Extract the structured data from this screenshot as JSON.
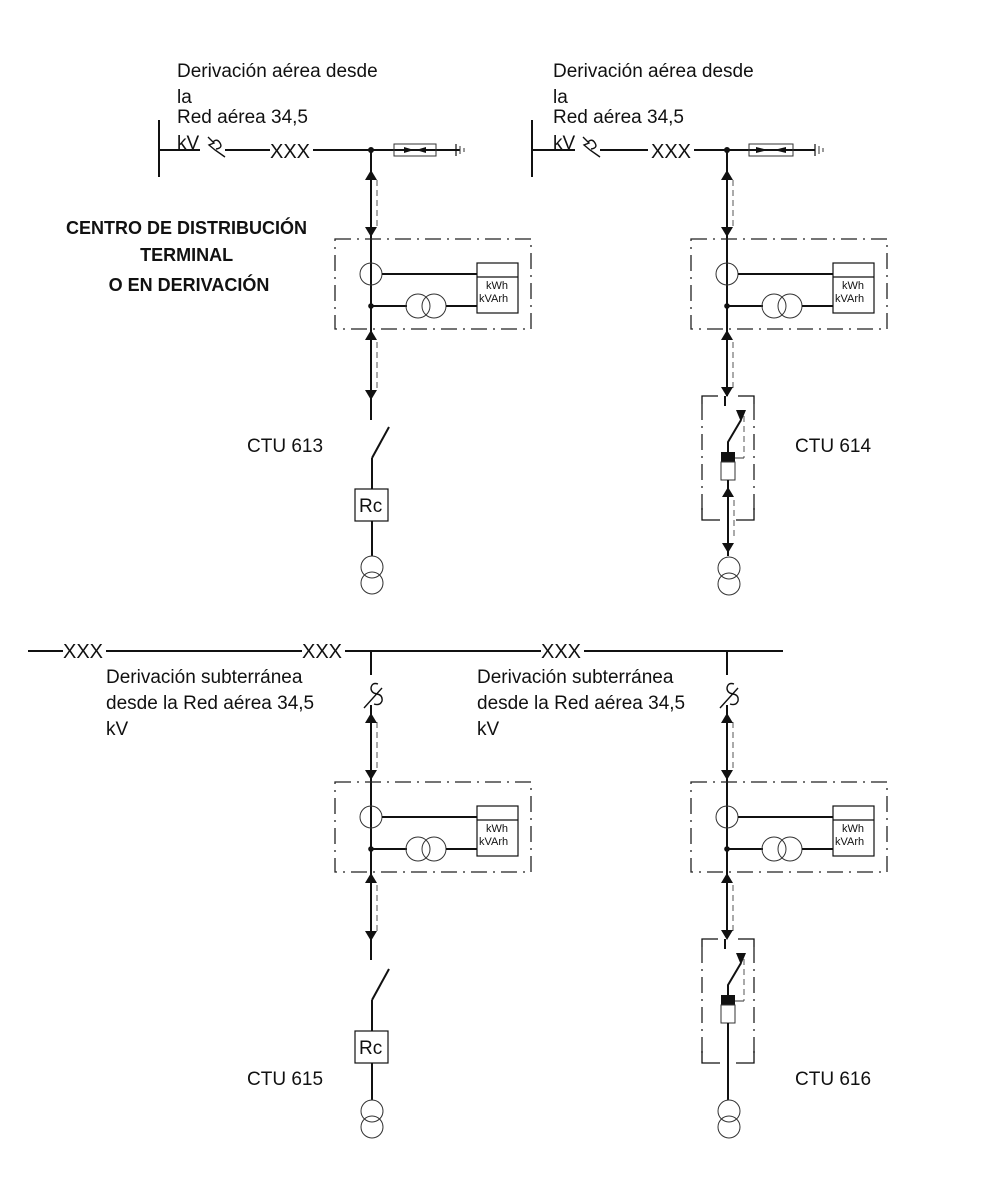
{
  "title": {
    "lines": [
      "CENTRO DE DISTRIBUCIÓN",
      "TERMINAL",
      "O EN DERIVACIÓN"
    ]
  },
  "sections": {
    "top_left": {
      "feed_label": [
        "Derivación aérea desde",
        "la",
        "Red aérea 34,5",
        "kV"
      ],
      "line_marker": "XXX",
      "unit_label": "CTU 613",
      "meter_lines": [
        "kWh",
        "kVArh"
      ],
      "protection": "Rc"
    },
    "top_right": {
      "feed_label": [
        "Derivación aérea desde",
        "la",
        "Red aérea 34,5",
        "kV"
      ],
      "line_marker": "XXX",
      "unit_label": "CTU 614",
      "meter_lines": [
        "kWh",
        "kVArh"
      ]
    },
    "bottom_left": {
      "feed_label": [
        "Derivación subterránea",
        "desde la Red aérea 34,5",
        "kV"
      ],
      "unit_label": "CTU 615",
      "meter_lines": [
        "kWh",
        "kVArh"
      ],
      "protection": "Rc"
    },
    "bottom_right": {
      "feed_label": [
        "Derivación subterránea",
        "desde la Red aérea 34,5",
        "kV"
      ],
      "unit_label": "CTU 616",
      "meter_lines": [
        "kWh",
        "kVArh"
      ]
    }
  },
  "bus": {
    "markers": [
      "XXX",
      "XXX",
      "XXX"
    ]
  },
  "icons": {
    "switch": "disconnect-switch-icon",
    "fuse": "fuse-icon",
    "ground": "ground-icon",
    "current_transformer": "current-transformer-icon",
    "voltage_transformer": "voltage-transformer-icon",
    "meter": "energy-meter-icon",
    "power_transformer": "power-transformer-icon",
    "fuse_switch": "fuse-switch-icon",
    "terminal": "cable-terminal-icon"
  }
}
